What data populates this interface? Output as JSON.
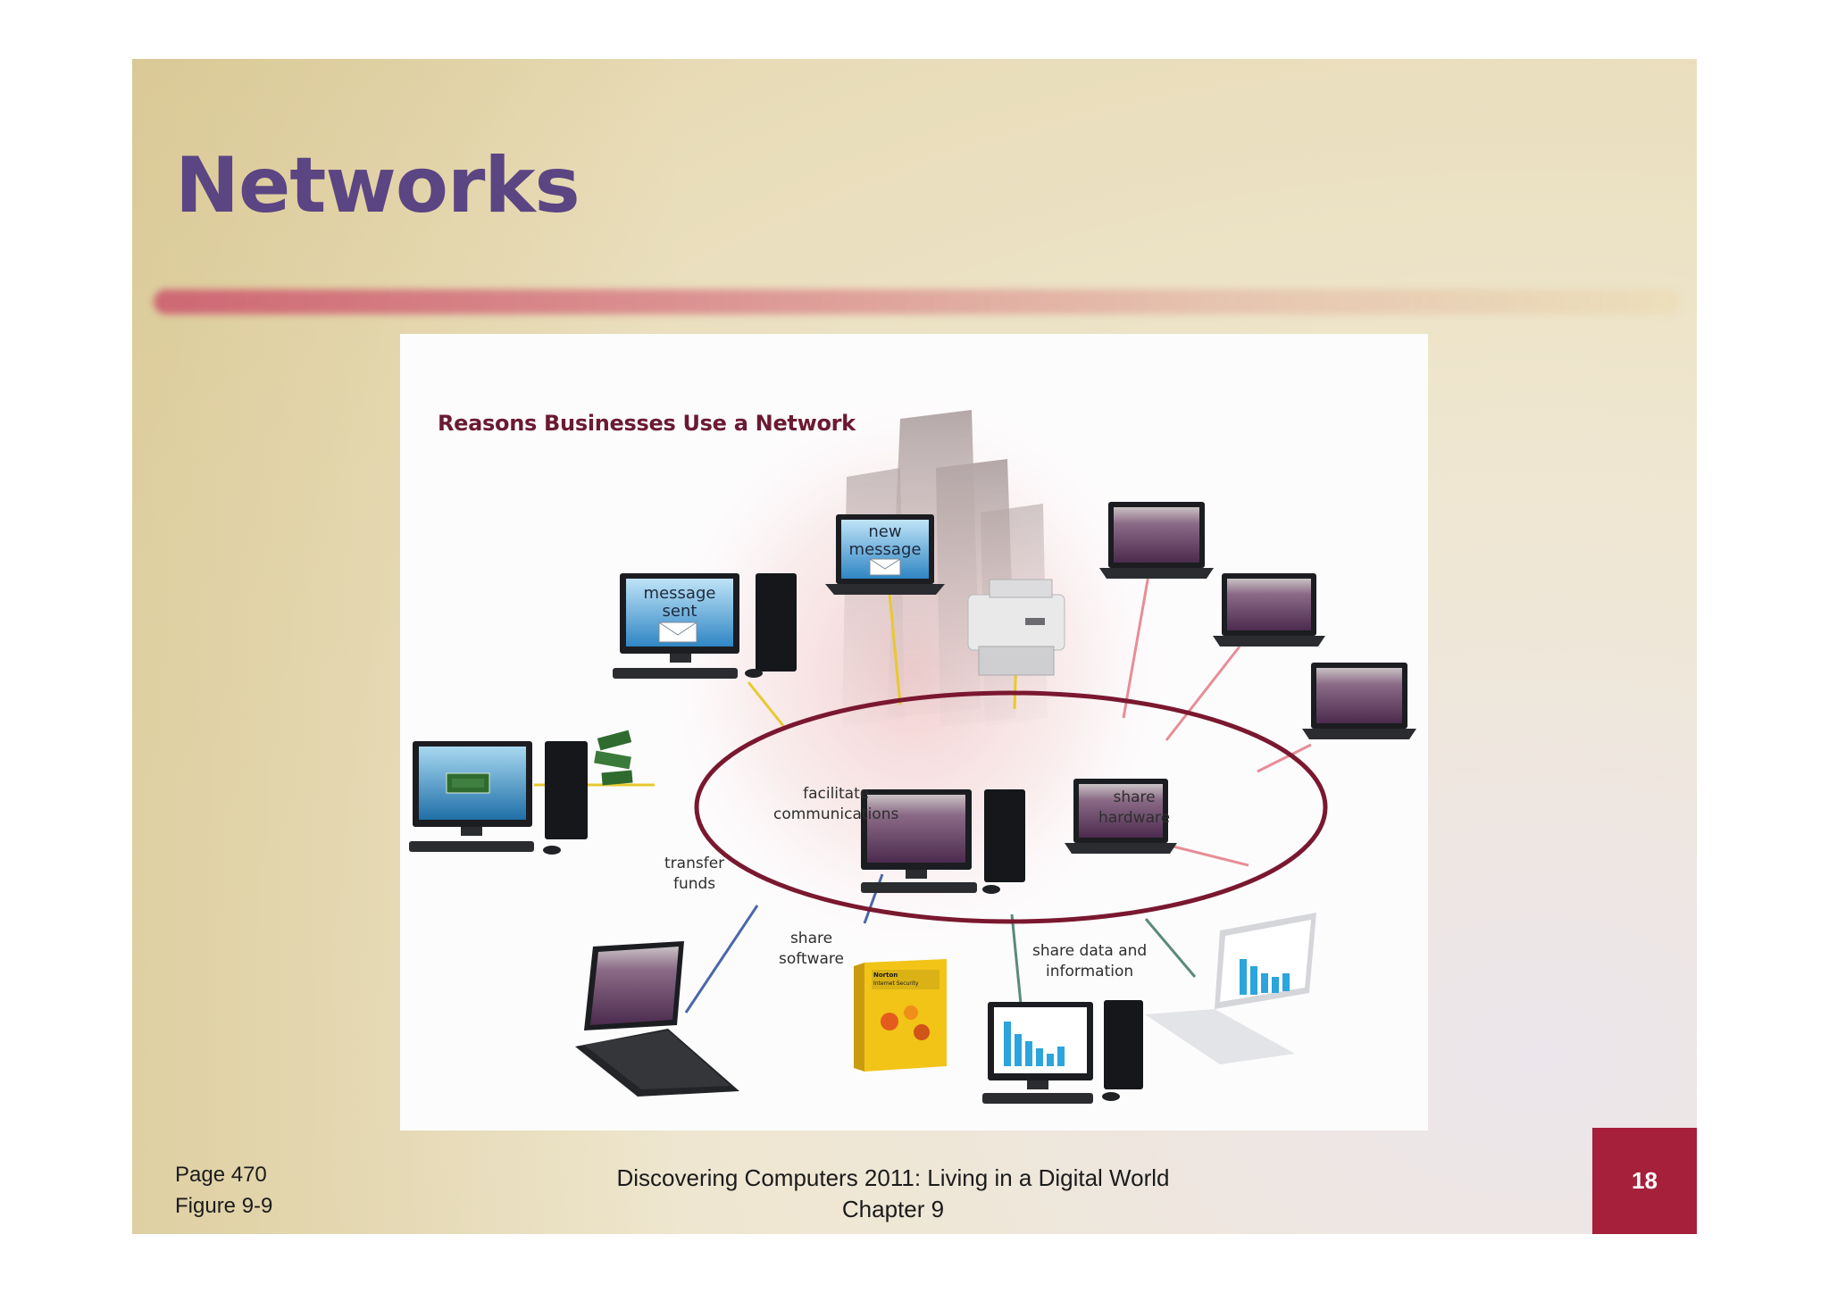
{
  "slide": {
    "title": "Networks",
    "footer_page": "Page 470",
    "footer_figure": "Figure 9-9",
    "footer_book": "Discovering Computers 2011: Living in a Digital World",
    "footer_chapter": "Chapter 9",
    "slide_number": "18",
    "accent_color": "#a6203b",
    "title_color": "#5b4582"
  },
  "figure": {
    "title": "Reasons Businesses Use a Network",
    "labels": {
      "facilitate": [
        "facilitate",
        "communications"
      ],
      "share_hardware": [
        "share",
        "hardware"
      ],
      "transfer_funds": [
        "transfer",
        "funds"
      ],
      "share_software": [
        "share",
        "software"
      ],
      "share_data": [
        "share data and",
        "information"
      ]
    },
    "screens": {
      "message_sent": [
        "message",
        "sent"
      ],
      "new_message": [
        "new",
        "message"
      ]
    },
    "product_box": [
      "Norton",
      "Internet Security"
    ]
  }
}
